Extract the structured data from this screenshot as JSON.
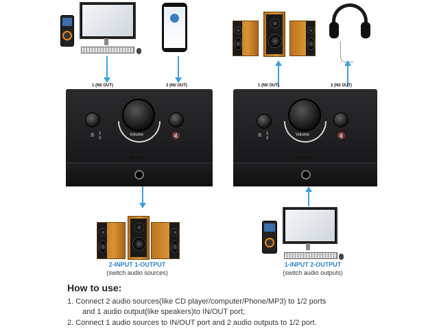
{
  "left_device": {
    "port1_label": "1 (NI/ OUT)",
    "port2_label": "2 (NI/ OUT)",
    "volume_label": "Volume",
    "inout_label": "IN/ OUT",
    "switch_1": "1",
    "switch_2": "2"
  },
  "right_device": {
    "port1_label": "1 (NI/ OUT)",
    "port2_label": "2 (NI/ OUT)",
    "volume_label": "Volume",
    "inout_label": "IN/ OUT",
    "switch_1": "1",
    "switch_2": "2"
  },
  "left_caption": {
    "title": "2-INPUT 1-OUTPUT",
    "subtitle": "(switch audio sources)"
  },
  "right_caption": {
    "title": "1-INPUT 2-OUTPUT",
    "subtitle": "(switch audio outputs)"
  },
  "howto": {
    "title": "How to use:",
    "step1_line1": "1. Connect 2 audio sources(like CD player/computer/Phone/MP3) to 1/2 ports",
    "step1_line2": "and 1 audio output(like speakers)to IN/OUT port;",
    "step2": "2. Connect 1 audio sources to IN/OUT port and 2 audio outputs to 1/2 port."
  },
  "colors": {
    "accent": "#3aa0e0",
    "caption_blue": "#2a7fc4",
    "device_body": "#1c1c1e"
  }
}
